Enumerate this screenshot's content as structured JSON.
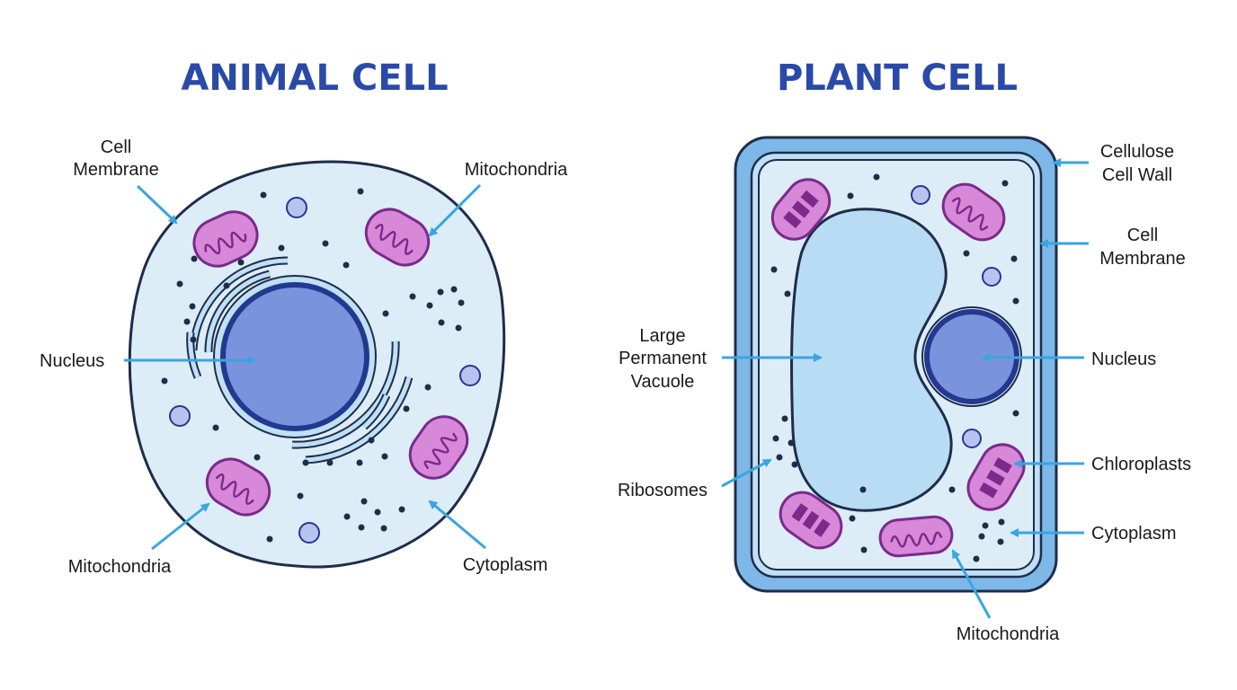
{
  "animal_cell": {
    "title": "ANIMAL CELL",
    "labels": {
      "cell_membrane": [
        "Cell",
        "Membrane"
      ],
      "mitochondria_top": "Mitochondria",
      "nucleus": "Nucleus",
      "mitochondria_bottom": "Mitochondria",
      "cytoplasm": "Cytoplasm"
    }
  },
  "plant_cell": {
    "title": "PLANT CELL",
    "labels": {
      "cell_wall": [
        "Cellulose",
        "Cell Wall"
      ],
      "cell_membrane": [
        "Cell",
        "Membrane"
      ],
      "vacuole": [
        "Large",
        "Permanent",
        "Vacuole"
      ],
      "nucleus": "Nucleus",
      "ribosomes": "Ribosomes",
      "chloroplasts": "Chloroplasts",
      "cytoplasm": "Cytoplasm",
      "mitochondria": "Mitochondria"
    }
  },
  "colors": {
    "title": "#2a4aa8",
    "arrow": "#3aa5e0",
    "cytoplasm_fill": "#dcedf8",
    "outline": "#1f2d4a",
    "nucleus_fill": "#7b93dd",
    "nucleus_ring": "#23398f",
    "mitochondria_fill": "#d888d8",
    "mitochondria_stroke": "#7a2a8a",
    "cell_wall_fill": "#7db8e8",
    "vacuole_fill": "#b9dcf5"
  }
}
